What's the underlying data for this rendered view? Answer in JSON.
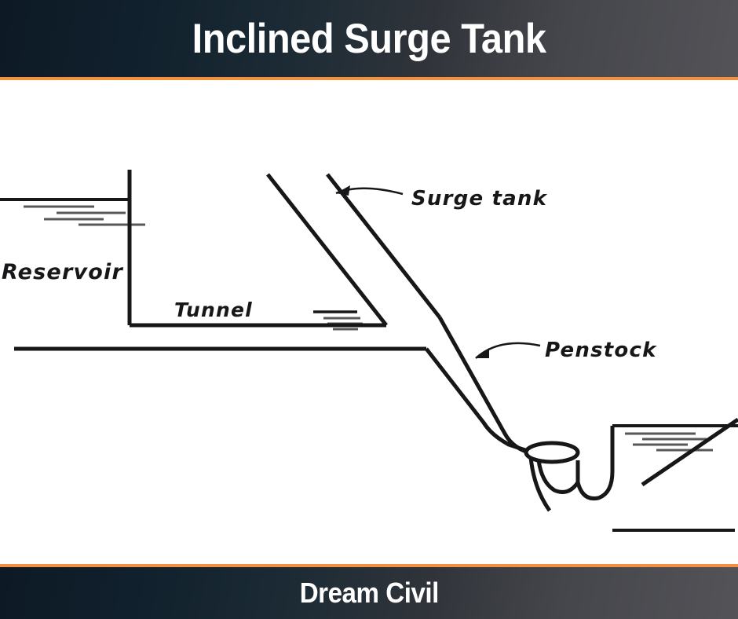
{
  "header": {
    "title": "Inclined Surge Tank",
    "accent_color": "#f2903f",
    "background_from": "#0d1a25",
    "background_to": "#535358",
    "text_color": "#ffffff"
  },
  "footer": {
    "title": "Dream Civil",
    "accent_color": "#f2903f",
    "text_color": "#ffffff"
  },
  "diagram": {
    "title": "Inclined Surge Tank schematic",
    "line_color": "#17171a",
    "background": "#ffffff",
    "labels": {
      "reservoir": "Reservoir",
      "tunnel": "Tunnel",
      "surge_tank": "Surge tank",
      "penstock": "Penstock"
    },
    "components": [
      "reservoir-water-surface",
      "dam-wall",
      "tunnel",
      "inclined-surge-tank",
      "penstock",
      "turbine-runner",
      "draft-tube",
      "tailrace-water-surface",
      "ground-line"
    ]
  }
}
